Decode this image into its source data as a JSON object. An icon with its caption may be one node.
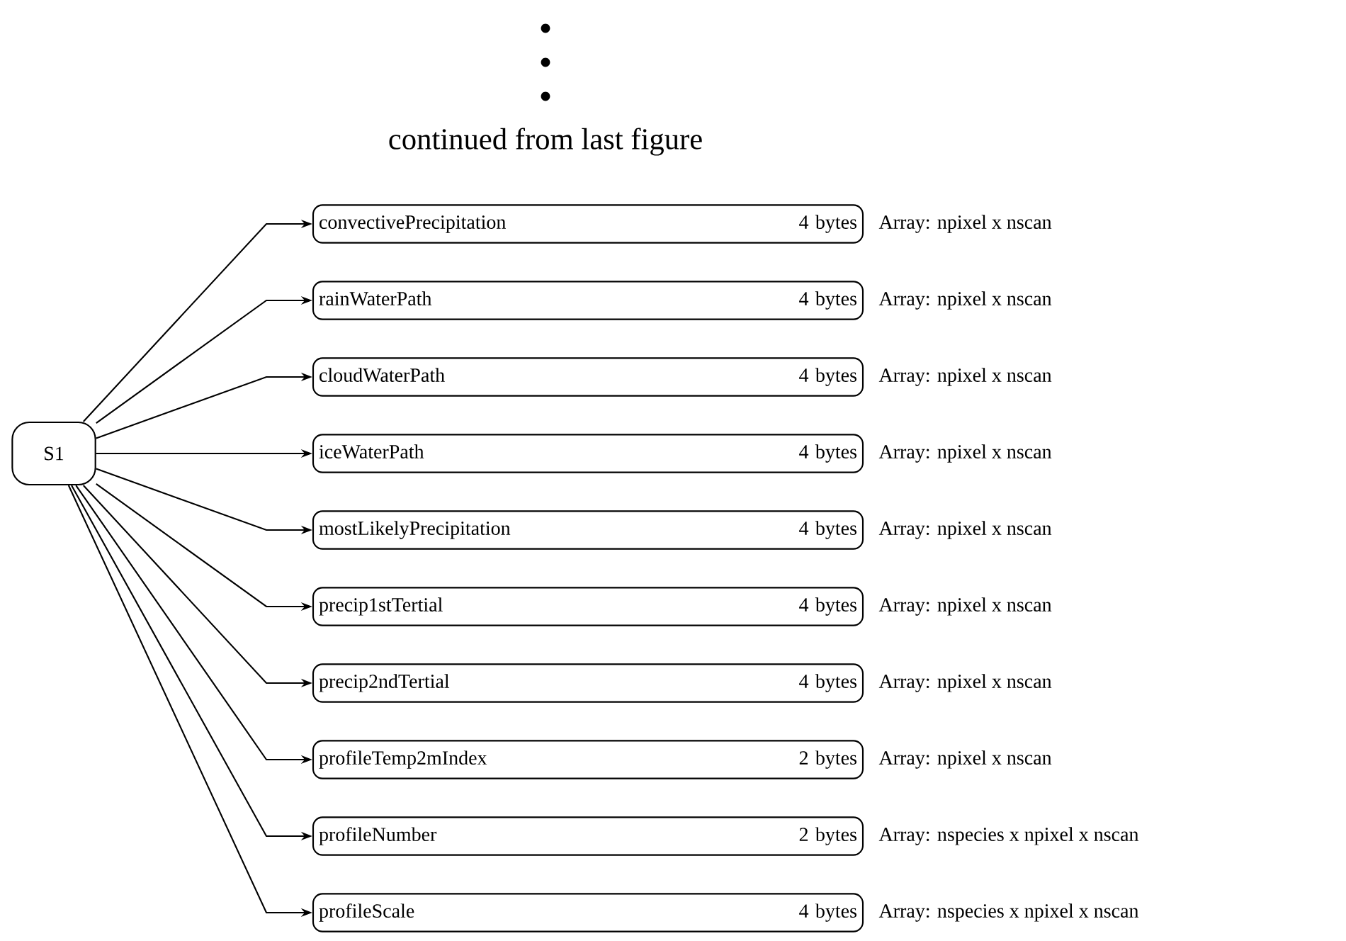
{
  "diagram": {
    "nodes": [
      {
        "text": [
          "S1"
        ]
      },
      {
        "text": [
          "convectivePrecipitation",
          "4 bytes"
        ],
        "beside": [
          "Array: npixel x nscan"
        ]
      },
      {
        "text": [
          "rainWaterPath",
          "4 bytes"
        ],
        "beside": [
          "Array: npixel x nscan"
        ]
      },
      {
        "text": [
          "cloudWaterPath",
          "4 bytes"
        ],
        "beside": [
          "Array: npixel x nscan"
        ]
      },
      {
        "text": [
          "iceWaterPath",
          "4 bytes"
        ],
        "beside": [
          "Array: npixel x nscan"
        ]
      },
      {
        "text": [
          "mostLikelyPrecipitation",
          "4 bytes"
        ],
        "beside": [
          "Array: npixel x nscan"
        ]
      },
      {
        "text": [
          "precip1stTertial",
          "4 bytes"
        ],
        "beside": [
          "Array: npixel x nscan"
        ]
      },
      {
        "text": [
          "precip2ndTertial",
          "4 bytes"
        ],
        "beside": [
          "Array: npixel x nscan"
        ]
      },
      {
        "text": [
          "profileTemp2mIndex",
          "2 bytes"
        ],
        "beside": [
          "Array: npixel x nscan"
        ]
      },
      {
        "text": [
          "profileNumber",
          "2 bytes"
        ],
        "beside": [
          "Array: nspecies x npixel x nscan"
        ]
      },
      {
        "text": [
          "profileScale",
          "4 bytes"
        ],
        "beside": [
          "Array: nspecies x npixel x nscan"
        ]
      }
    ],
    "edges": [
      {
        "from": 0,
        "to": 1,
        "arrow": "to"
      },
      {
        "from": 0,
        "to": 2,
        "arrow": "to"
      },
      {
        "from": 0,
        "to": 3,
        "arrow": "to"
      },
      {
        "from": 0,
        "to": 4,
        "arrow": "to"
      },
      {
        "from": 0,
        "to": 5,
        "arrow": "to"
      },
      {
        "from": 0,
        "to": 6,
        "arrow": "to"
      },
      {
        "from": 0,
        "to": 7,
        "arrow": "to"
      },
      {
        "from": 0,
        "to": 8,
        "arrow": "to"
      },
      {
        "from": 0,
        "to": 9,
        "arrow": "to"
      },
      {
        "from": 0,
        "to": 10,
        "arrow": "to"
      }
    ],
    "labels": [
      "continued from last figure"
    ]
  }
}
